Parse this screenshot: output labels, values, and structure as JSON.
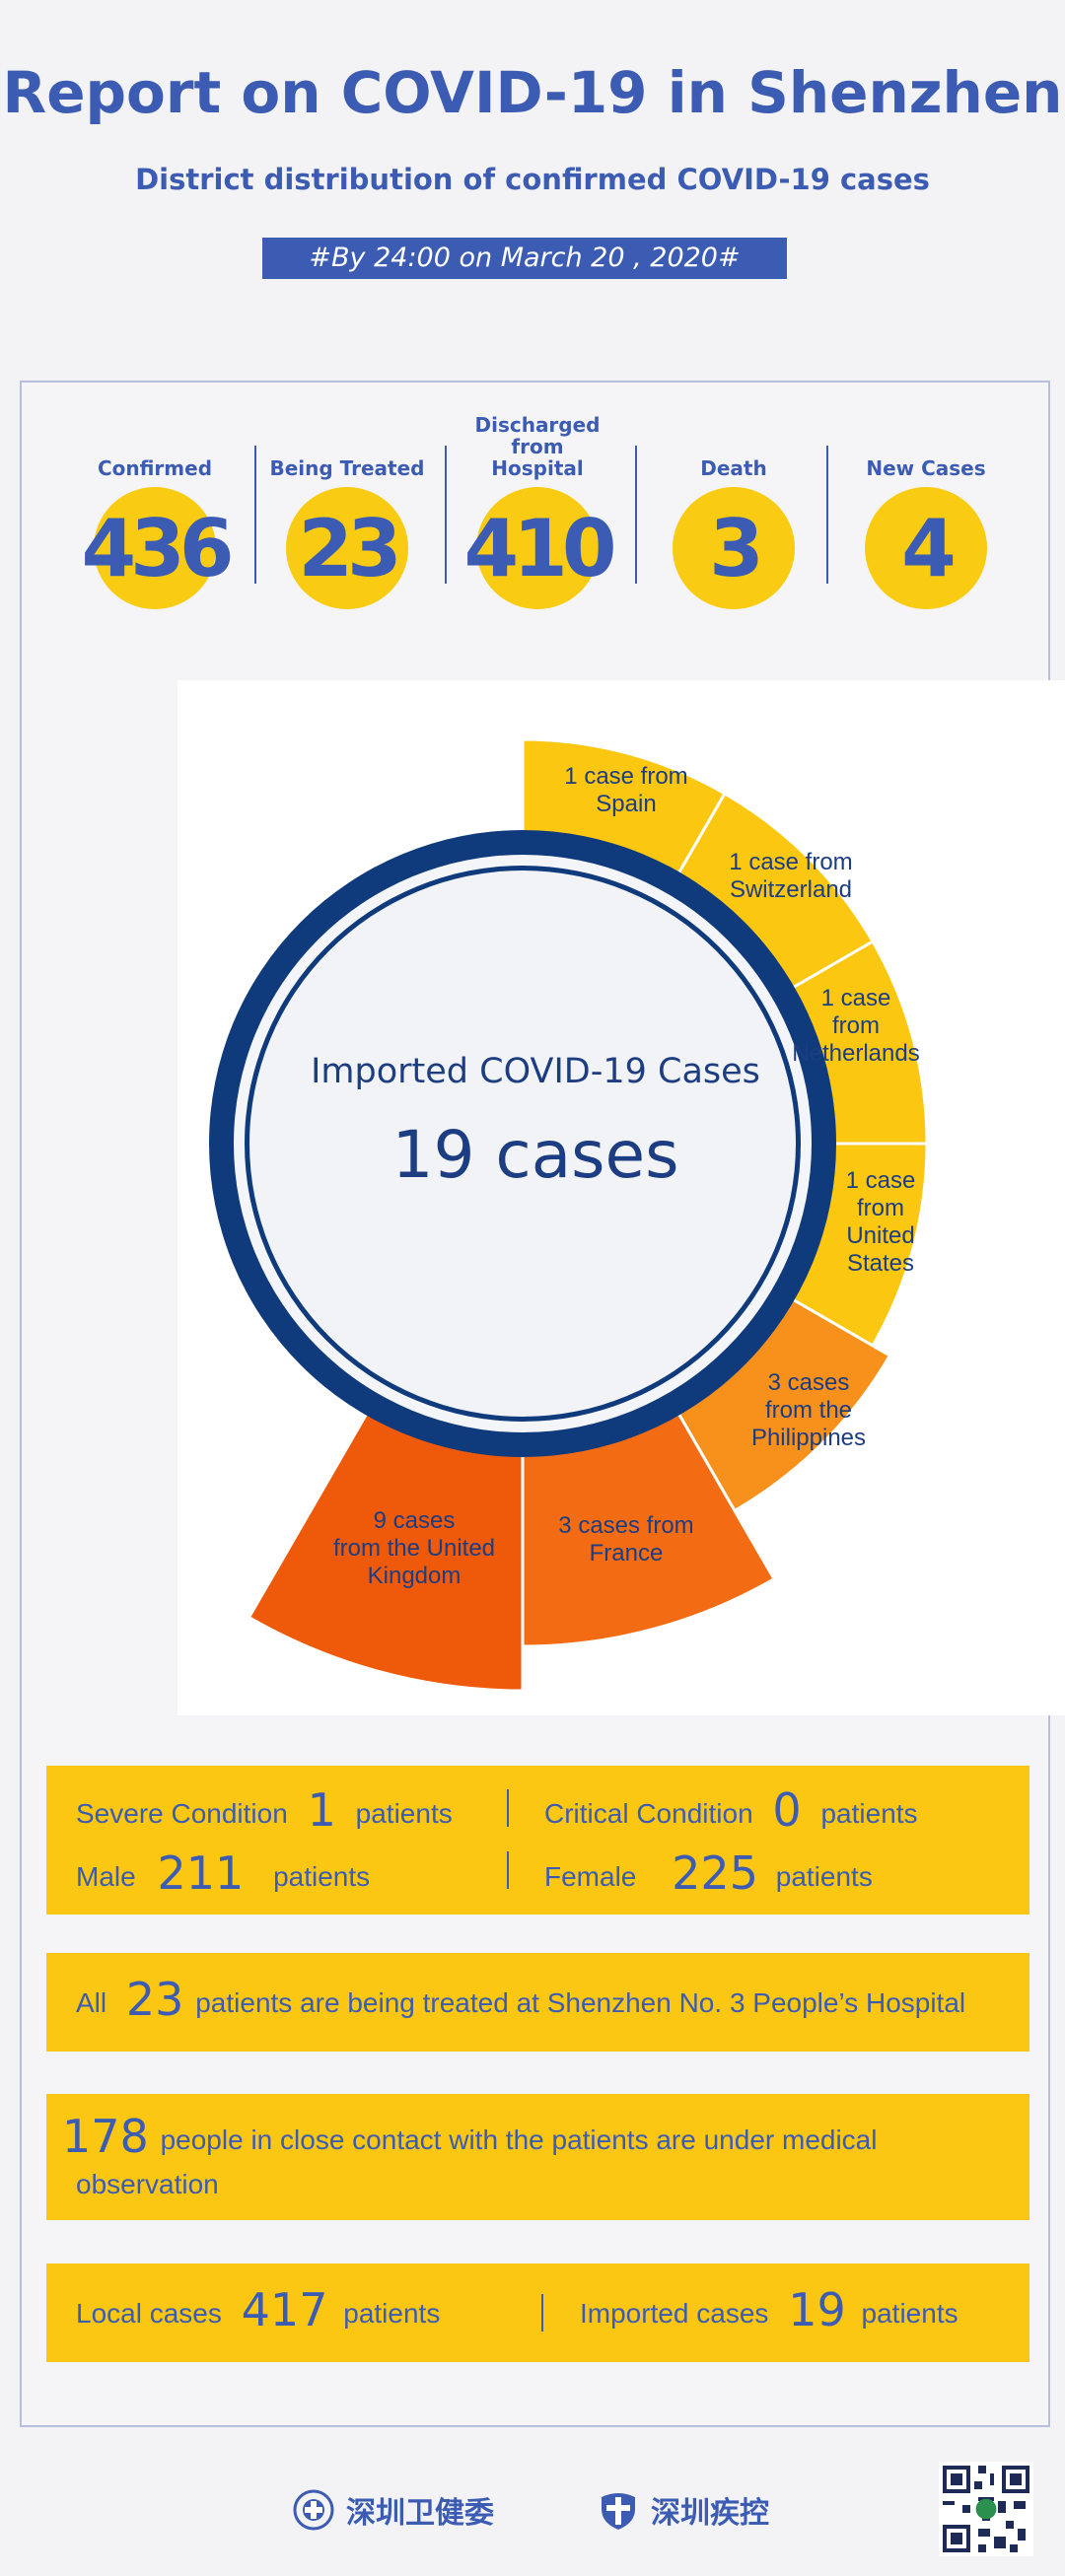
{
  "header": {
    "title": "Report on COVID-19 in Shenzhen",
    "subtitle": "District distribution of confirmed COVID-19 cases",
    "date": "#By 24:00 on March 20 , 2020#"
  },
  "stats": [
    {
      "label": "Confirmed",
      "value": "436"
    },
    {
      "label": "Being Treated",
      "value": "23"
    },
    {
      "label": "Discharged from Hospital",
      "value": "410"
    },
    {
      "label": "Death",
      "value": "3"
    },
    {
      "label": "New Cases",
      "value": "4"
    }
  ],
  "imported": {
    "center_title": "Imported COVID-19 Cases",
    "center_value": "19 cases",
    "segments": [
      {
        "text": "1 case from Spain",
        "lines": [
          "1 case from",
          "Spain"
        ],
        "value": 1,
        "color": "#fbc711"
      },
      {
        "text": "1 case from Switzerland",
        "lines": [
          "1 case from",
          "Switzerland"
        ],
        "value": 1,
        "color": "#fbc711"
      },
      {
        "text": "1 case from Netherlands",
        "lines": [
          "1 case",
          "from",
          "Netherlands"
        ],
        "value": 1,
        "color": "#fbc711"
      },
      {
        "text": "1 case from United States",
        "lines": [
          "1 case",
          "from",
          "United",
          "States"
        ],
        "value": 1,
        "color": "#fbc711"
      },
      {
        "text": "3 cases from the Philippines",
        "lines": [
          "3 cases",
          "from the",
          "Philippines"
        ],
        "value": 3,
        "color": "#f8911b"
      },
      {
        "text": "3 cases from France",
        "lines": [
          "3 cases from",
          "France"
        ],
        "value": 3,
        "color": "#f36c13"
      },
      {
        "text": "9 cases from the United Kingdom",
        "lines": [
          "9 cases",
          "from the United",
          "Kingdom"
        ],
        "value": 9,
        "color": "#ee5a09"
      }
    ]
  },
  "conditions": {
    "severe_label": "Severe Condition",
    "severe_value": "1",
    "severe_unit": "patients",
    "critical_label": "Critical Condition",
    "critical_value": "0",
    "critical_unit": "patients",
    "male_label": "Male",
    "male_value": "211",
    "male_unit": "patients",
    "female_label": "Female",
    "female_value": "225",
    "female_unit": "patients"
  },
  "hospital": {
    "prefix": "All",
    "value": "23",
    "text": "patients are being treated at Shenzhen No. 3 People’s Hospital"
  },
  "contacts": {
    "value": "178",
    "text1": "people in close contact with the patients are under medical",
    "text2": "observation"
  },
  "origin": {
    "local_label": "Local cases",
    "local_value": "417",
    "local_unit": "patients",
    "imported_label": "Imported cases",
    "imported_value": "19",
    "imported_unit": "patients"
  },
  "footer": {
    "logo1": "深圳卫健委",
    "logo2": "深圳疾控"
  },
  "colors": {
    "brand_blue": "#3c5cb3",
    "yellow": "#fbc712",
    "navy_ring": "#0f3b7d"
  }
}
